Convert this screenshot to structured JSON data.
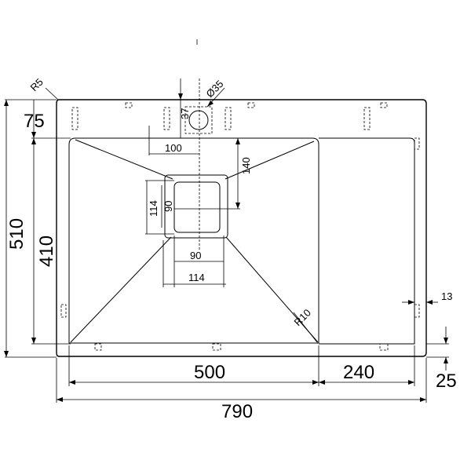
{
  "dimensions": {
    "overall_height": "510",
    "basin_height": "410",
    "top_margin": "75",
    "basin_width": "500",
    "drainboard_width": "240",
    "overall_width": "790",
    "bottom_offset": "25",
    "side_offset": "13",
    "corner_radius_outer": "R5",
    "corner_radius_basin": "R10",
    "tap_hole_diameter": "Ø35",
    "tap_hole_offset": "37",
    "drain_offset_x": "100",
    "drain_offset_y": "140",
    "drain_inner_w": "90",
    "drain_outer_w": "114",
    "drain_inner_h": "90",
    "drain_outer_h": "114"
  }
}
